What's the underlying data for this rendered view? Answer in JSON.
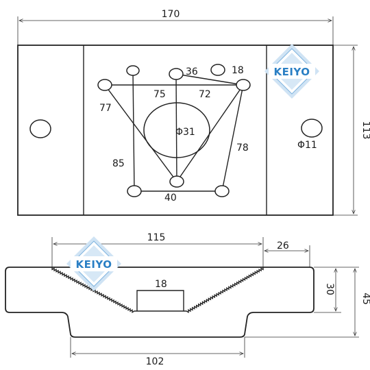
{
  "top_view": {
    "width_label": "170",
    "height_label": "113",
    "center_hole_label": "Φ31",
    "side_hole_label": "Φ11",
    "labels": {
      "d36": "36",
      "d18": "18",
      "d75": "75",
      "d72": "72",
      "d77": "77",
      "d78": "78",
      "d85": "85",
      "d40": "40"
    }
  },
  "section_view": {
    "top_width_label": "115",
    "step_width_label": "26",
    "slot_label": "18",
    "bottom_width_label": "102",
    "inner_height_label": "30",
    "total_height_label": "45"
  },
  "logo": {
    "text": "KEIYO",
    "color": "#2a7fc4"
  }
}
